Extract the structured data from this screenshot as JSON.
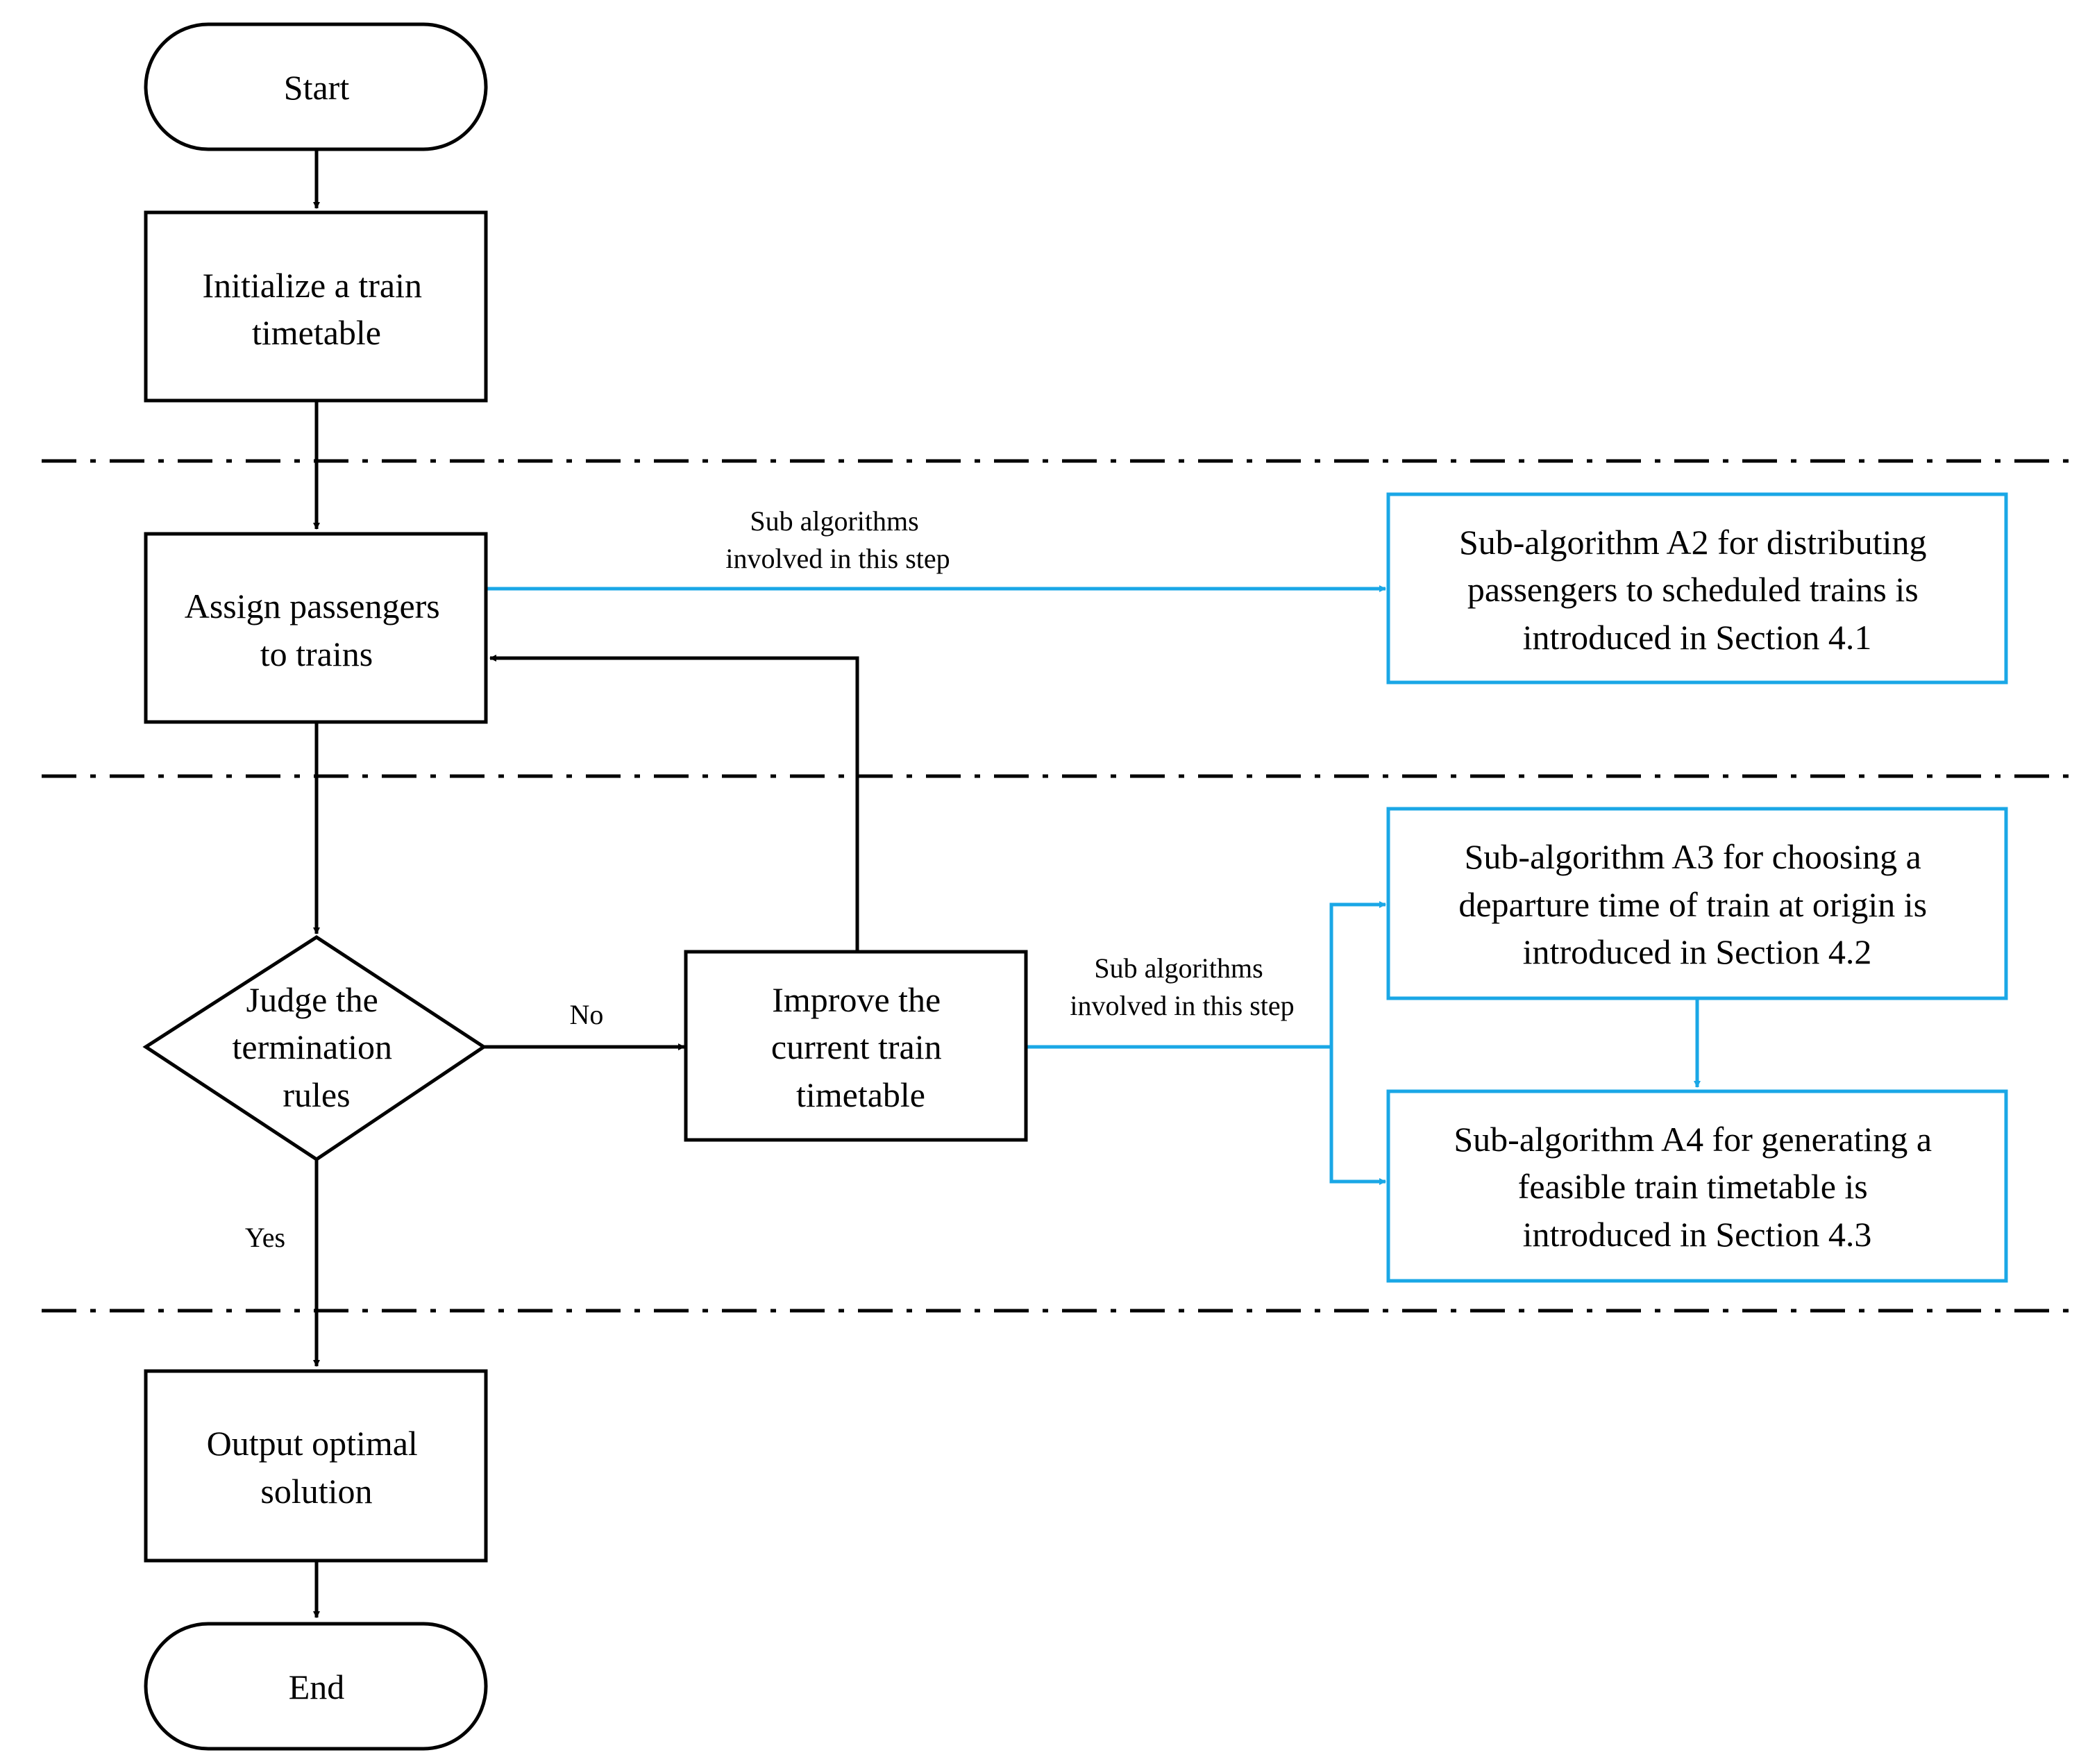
{
  "colors": {
    "main_stroke": "#000000",
    "sub_stroke": "#1aa7e6",
    "divider": "#000000",
    "background": "#ffffff"
  },
  "nodes": {
    "start": {
      "lines": [
        "Start"
      ]
    },
    "init": {
      "lines": [
        "Initialize a train",
        "timetable"
      ]
    },
    "assign": {
      "lines": [
        "Assign passengers",
        "to trains"
      ]
    },
    "judge": {
      "lines": [
        "Judge the",
        "termination",
        "rules"
      ]
    },
    "improve": {
      "lines": [
        "Improve the",
        "current train",
        "timetable"
      ]
    },
    "output": {
      "lines": [
        "Output optimal",
        "solution"
      ]
    },
    "end": {
      "lines": [
        "End"
      ]
    },
    "a2": {
      "lines": [
        "Sub-algorithm  A2 for distributing",
        "passengers to scheduled trains is",
        "introduced in Section 4.1"
      ]
    },
    "a3": {
      "lines": [
        "Sub-algorithm A3 for choosing a",
        "departure time of train at origin is",
        "introduced in Section 4.2"
      ]
    },
    "a4": {
      "lines": [
        "Sub-algorithm A4 for generating a",
        "feasible train timetable  is",
        "introduced in Section 4.3"
      ]
    }
  },
  "edge_labels": {
    "no": "No",
    "yes": "Yes",
    "sub1": [
      "Sub algorithms",
      "involved in this step"
    ],
    "sub2": [
      "Sub algorithms",
      "involved in this step"
    ]
  }
}
